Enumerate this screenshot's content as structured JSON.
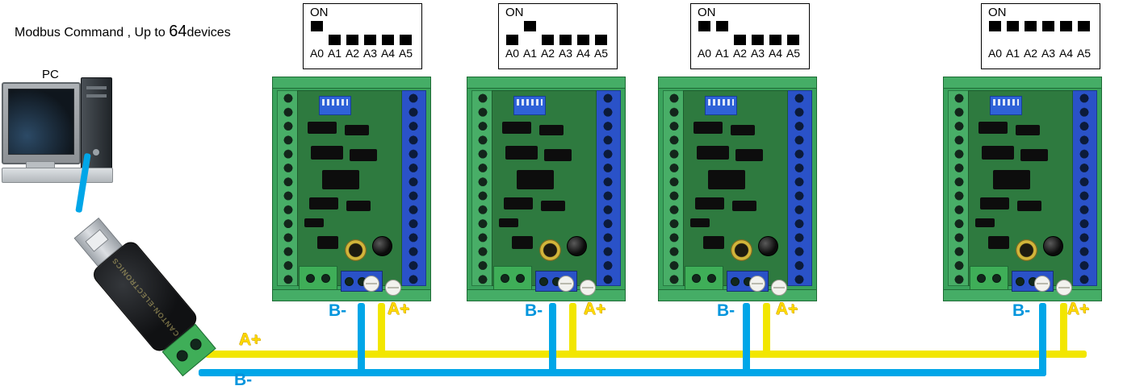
{
  "title": {
    "prefix": "Modbus Command , Up to ",
    "count": "64",
    "suffix": "devices"
  },
  "pc": {
    "label": "PC"
  },
  "adapter": {
    "watermark": "CANTON-ELECTRONICS"
  },
  "bus": {
    "a_plus_label": "A+",
    "b_minus_label": "B-",
    "a_color": "#f2e600",
    "b_color": "#00a6e8"
  },
  "dip": {
    "on_label": "ON",
    "pin_labels": [
      "A0",
      "A1",
      "A2",
      "A3",
      "A4",
      "A5"
    ]
  },
  "modules": [
    {
      "dip_switches": [
        "on",
        "off",
        "off",
        "off",
        "off",
        "off"
      ],
      "a_plus_label": "A+",
      "b_minus_label": "B-"
    },
    {
      "dip_switches": [
        "off",
        "on",
        "off",
        "off",
        "off",
        "off"
      ],
      "a_plus_label": "A+",
      "b_minus_label": "B-"
    },
    {
      "dip_switches": [
        "on",
        "on",
        "off",
        "off",
        "off",
        "off"
      ],
      "a_plus_label": "A+",
      "b_minus_label": "B-"
    },
    {
      "dip_switches": [
        "on",
        "on",
        "on",
        "on",
        "on",
        "on"
      ],
      "a_plus_label": "A+",
      "b_minus_label": "B-"
    }
  ]
}
